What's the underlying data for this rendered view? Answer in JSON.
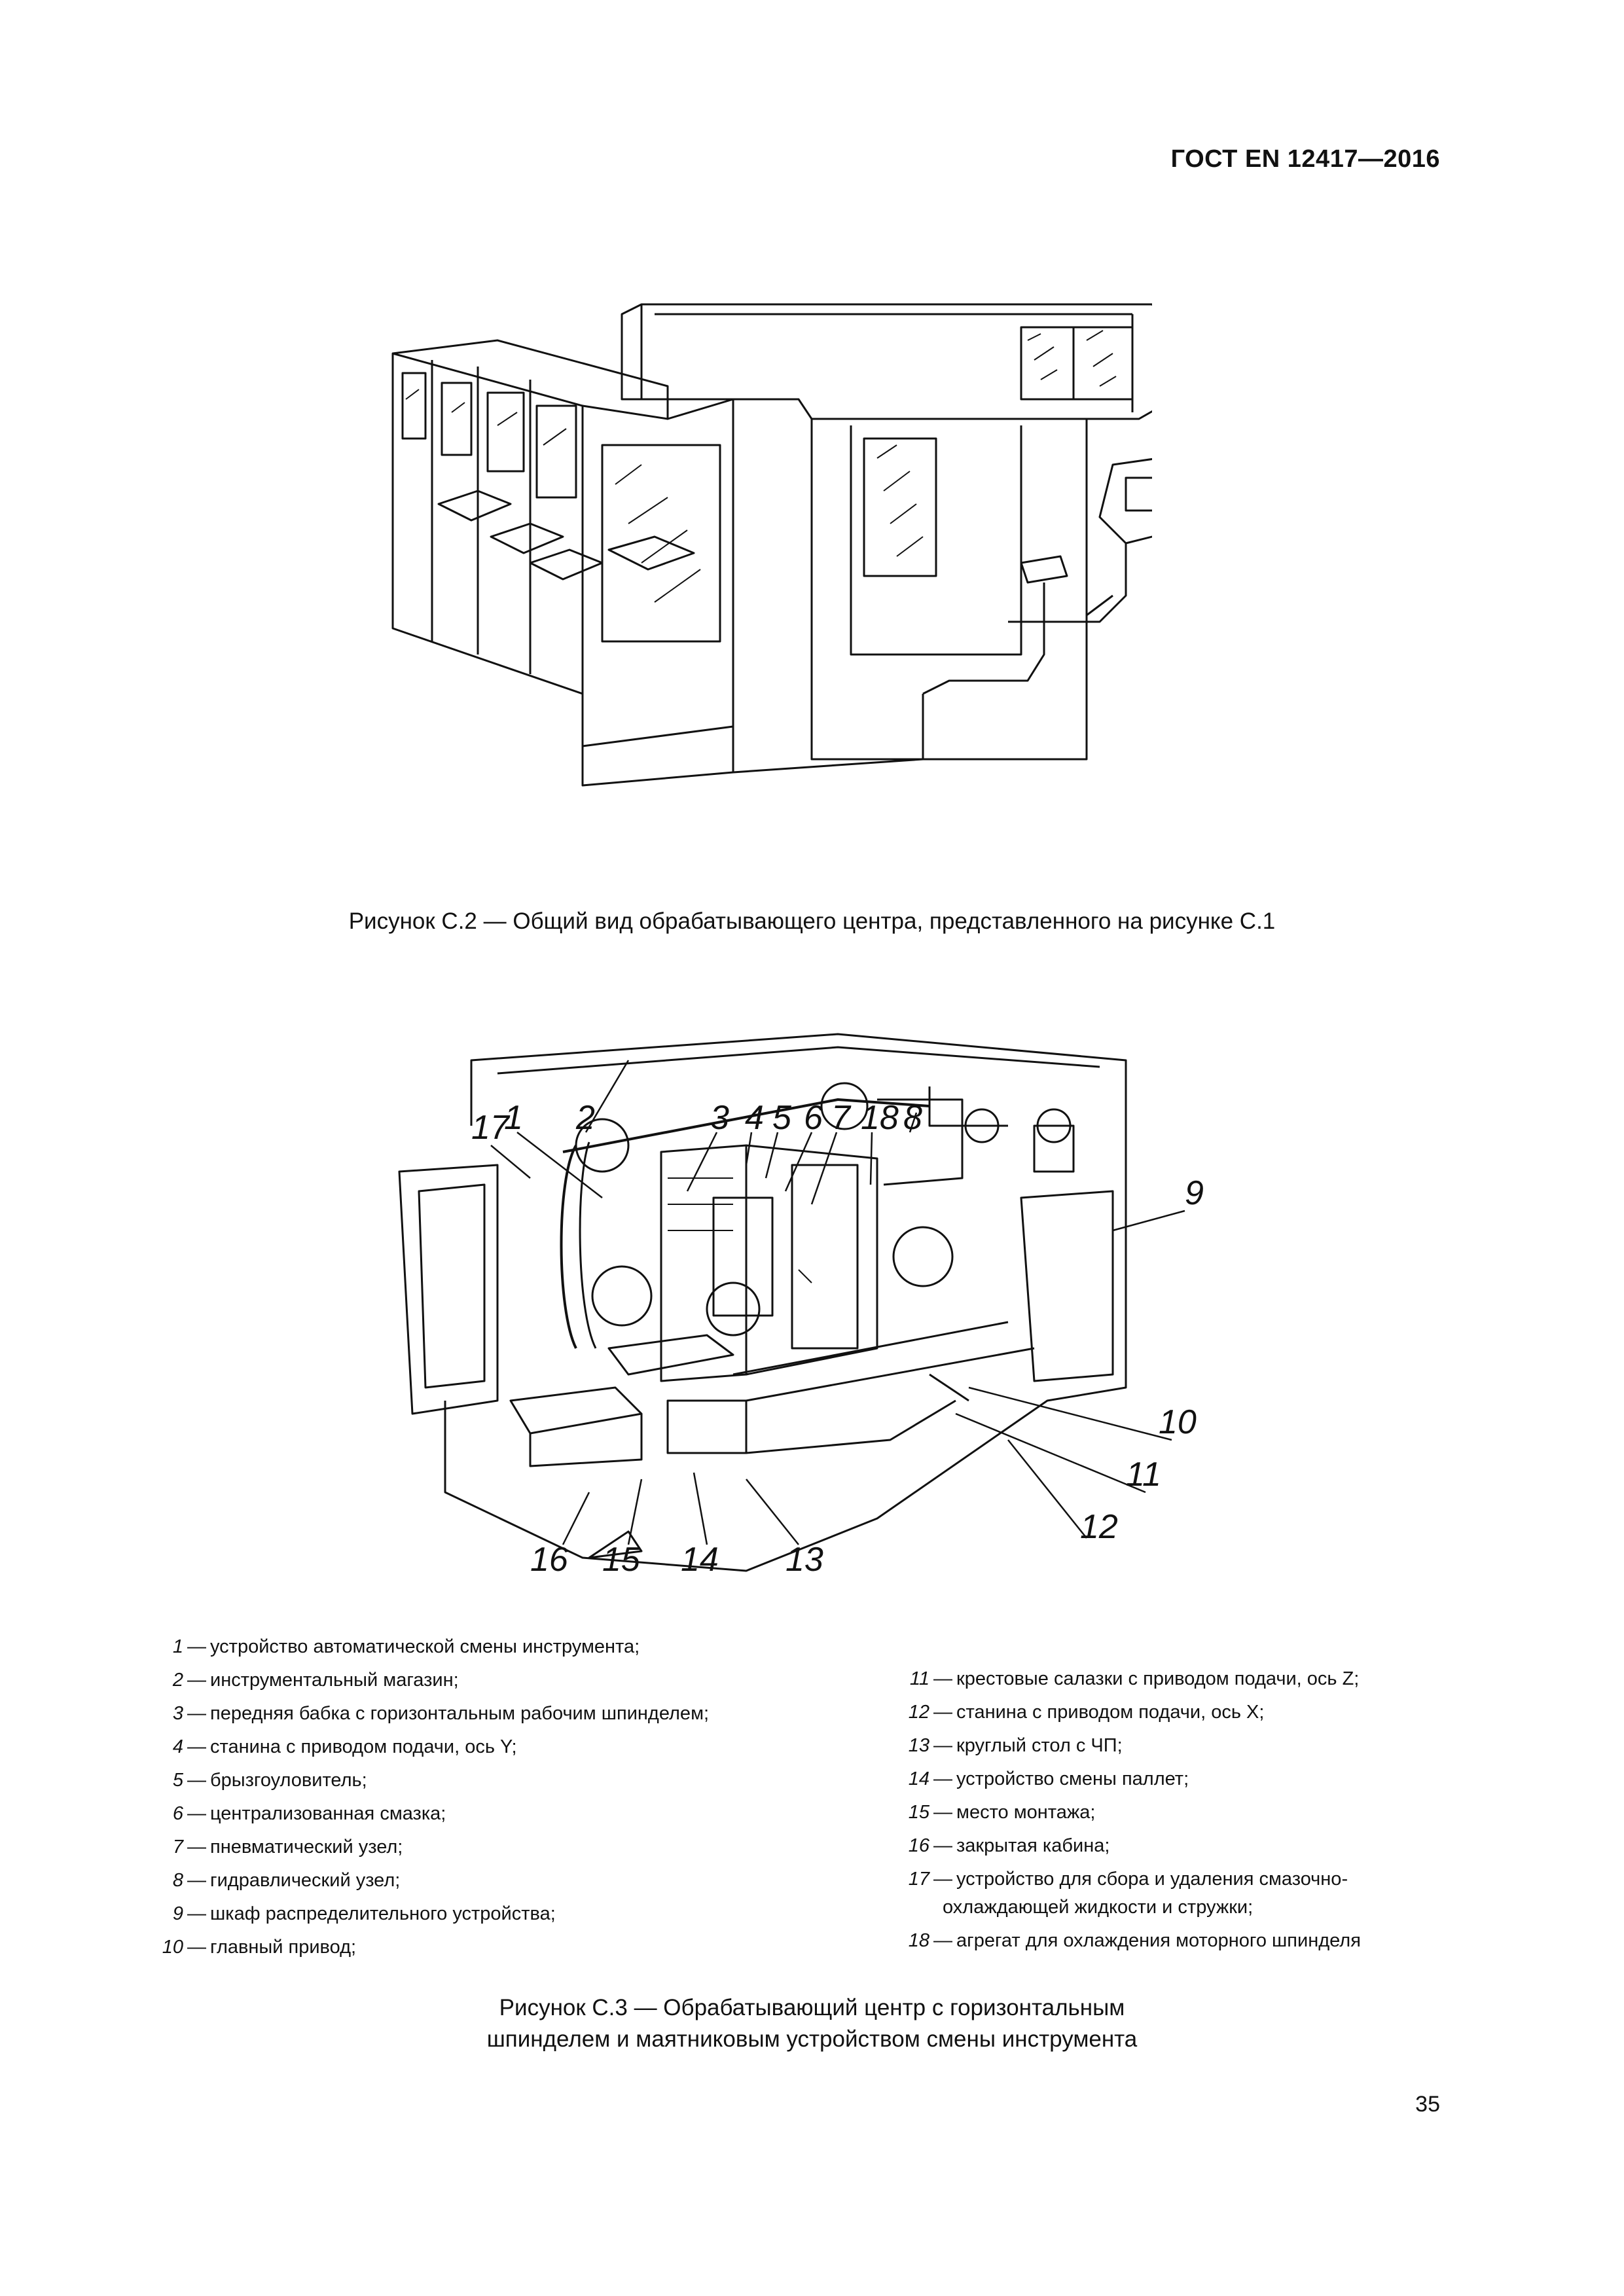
{
  "header": {
    "standard": "ГОСТ EN 12417—2016"
  },
  "figure_c2": {
    "caption": "Рисунок С.2 — Общий вид обрабатывающего центра, представленного на рисунке С.1"
  },
  "figure_c3": {
    "callouts": [
      "1",
      "2",
      "3",
      "4",
      "5",
      "6",
      "7",
      "18",
      "8",
      "17",
      "9",
      "10",
      "11",
      "12",
      "16",
      "15",
      "14",
      "13"
    ],
    "caption_line1": "Рисунок С.3 — Обрабатывающий центр с горизонтальным",
    "caption_line2": "шпинделем и маятниковым устройством смены инструмента"
  },
  "legend": {
    "left": [
      {
        "num": "1",
        "text": "устройство автоматической смены инструмента;"
      },
      {
        "num": "2",
        "text": "инструментальный магазин;"
      },
      {
        "num": "3",
        "text": "передняя бабка с горизонтальным рабочим шпинделем;"
      },
      {
        "num": "4",
        "text": "станина с приводом подачи, ось Y;"
      },
      {
        "num": "5",
        "text": "брызгоуловитель;"
      },
      {
        "num": "6",
        "text": "централизованная смазка;"
      },
      {
        "num": "7",
        "text": "пневматический узел;"
      },
      {
        "num": "8",
        "text": "гидравлический узел;"
      },
      {
        "num": "9",
        "text": "шкаф распределительного устройства;"
      },
      {
        "num": "10",
        "text": "главный привод;"
      }
    ],
    "right": [
      {
        "num": "11",
        "text": "крестовые салазки с приводом подачи, ось Z;"
      },
      {
        "num": "12",
        "text": "станина с приводом подачи, ось X;"
      },
      {
        "num": "13",
        "text": "круглый стол с ЧП;"
      },
      {
        "num": "14",
        "text": "устройство смены паллет;"
      },
      {
        "num": "15",
        "text": "место монтажа;"
      },
      {
        "num": "16",
        "text": "закрытая кабина;"
      },
      {
        "num": "17",
        "text": "устройство для сбора и удаления смазочно-",
        "cont": "охлаждающей жидкости и стружки;"
      },
      {
        "num": "18",
        "text": "агрегат для охлаждения моторного шпинделя"
      }
    ]
  },
  "page_number": "35"
}
